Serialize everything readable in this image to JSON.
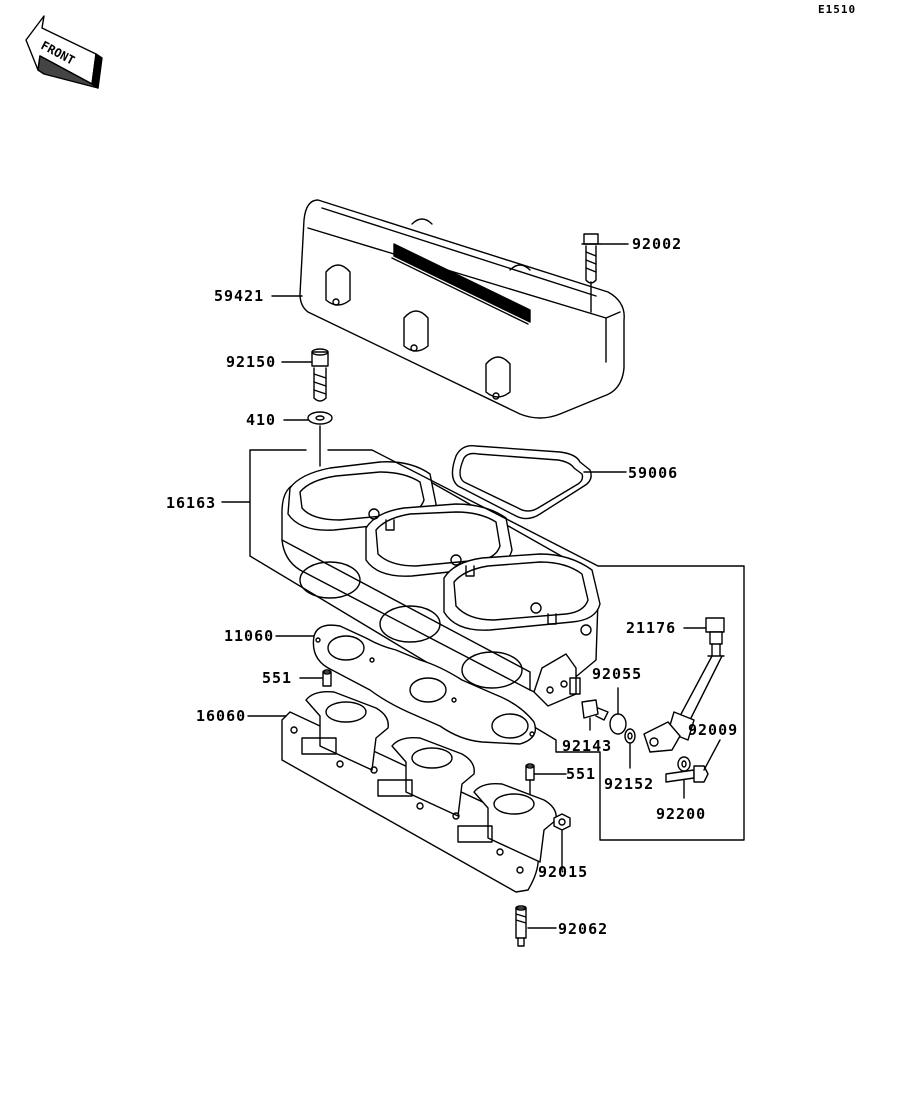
{
  "diagram_code": "E1510",
  "front_badge": "FRONT",
  "parts": {
    "p92002": "92002",
    "p59421": "59421",
    "p92150": "92150",
    "p410": "410",
    "p59006": "59006",
    "p16163": "16163",
    "p21176": "21176",
    "p11060": "11060",
    "p92055": "92055",
    "p551a": "551",
    "p16060": "16060",
    "p92143": "92143",
    "p92009": "92009",
    "p551b": "551",
    "p92152": "92152",
    "p92200": "92200",
    "p92015": "92015",
    "p92062": "92062"
  },
  "colors": {
    "line": "#000000",
    "background": "#ffffff"
  }
}
